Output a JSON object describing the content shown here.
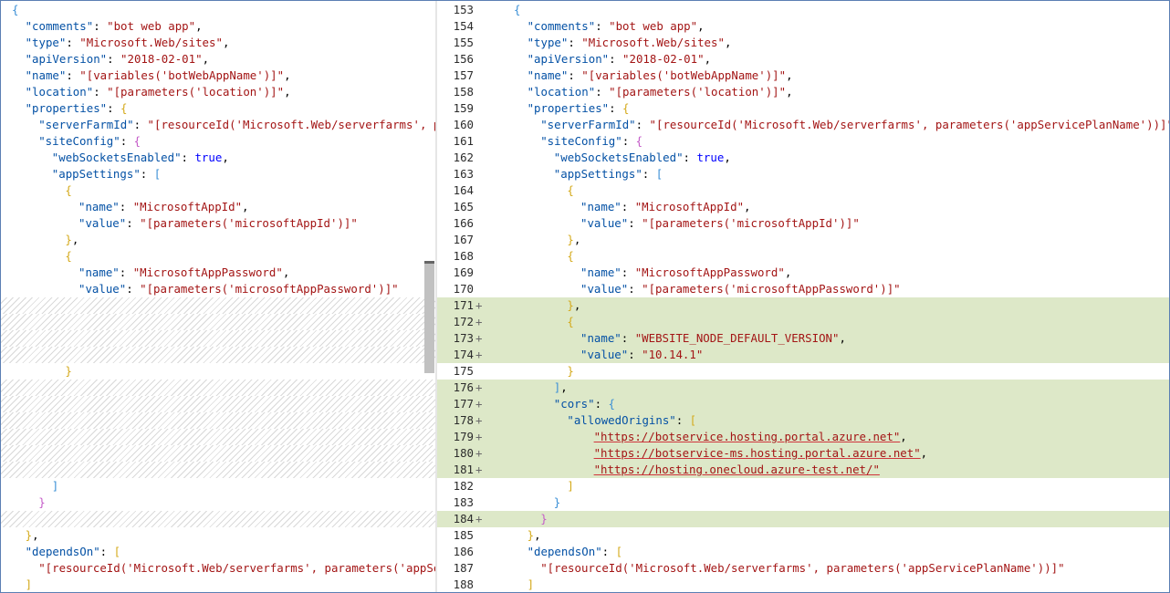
{
  "left": {
    "lines": [
      {
        "kind": "normal",
        "tokens": [
          [
            "br3",
            "{"
          ]
        ]
      },
      {
        "kind": "normal",
        "tokens": [
          [
            "k",
            "\"comments\""
          ],
          [
            "p",
            ": "
          ],
          [
            "s",
            "\"bot web app\""
          ],
          [
            "p",
            ","
          ]
        ]
      },
      {
        "kind": "normal",
        "tokens": [
          [
            "k",
            "\"type\""
          ],
          [
            "p",
            ": "
          ],
          [
            "s",
            "\"Microsoft.Web/sites\""
          ],
          [
            "p",
            ","
          ]
        ]
      },
      {
        "kind": "normal",
        "tokens": [
          [
            "k",
            "\"apiVersion\""
          ],
          [
            "p",
            ": "
          ],
          [
            "s",
            "\"2018-02-01\""
          ],
          [
            "p",
            ","
          ]
        ]
      },
      {
        "kind": "normal",
        "tokens": [
          [
            "k",
            "\"name\""
          ],
          [
            "p",
            ": "
          ],
          [
            "s",
            "\"[variables('botWebAppName')]\""
          ],
          [
            "p",
            ","
          ]
        ]
      },
      {
        "kind": "normal",
        "tokens": [
          [
            "k",
            "\"location\""
          ],
          [
            "p",
            ": "
          ],
          [
            "s",
            "\"[parameters('location')]\""
          ],
          [
            "p",
            ","
          ]
        ]
      },
      {
        "kind": "normal",
        "tokens": [
          [
            "k",
            "\"properties\""
          ],
          [
            "p",
            ": "
          ],
          [
            "br1",
            "{"
          ]
        ]
      },
      {
        "kind": "normal",
        "tokens": [
          [
            "k",
            "\"serverFarmId\""
          ],
          [
            "p",
            ": "
          ],
          [
            "s",
            "\"[resourceId('Microsoft.Web/serverfarms', pa"
          ]
        ]
      },
      {
        "kind": "normal",
        "tokens": [
          [
            "k",
            "\"siteConfig\""
          ],
          [
            "p",
            ": "
          ],
          [
            "br2",
            "{"
          ]
        ]
      },
      {
        "kind": "normal",
        "tokens": [
          [
            "k",
            "\"webSocketsEnabled\""
          ],
          [
            "p",
            ": "
          ],
          [
            "b",
            "true"
          ],
          [
            "p",
            ","
          ]
        ]
      },
      {
        "kind": "normal",
        "tokens": [
          [
            "k",
            "\"appSettings\""
          ],
          [
            "p",
            ": "
          ],
          [
            "br3",
            "["
          ]
        ]
      },
      {
        "kind": "normal",
        "tokens": [
          [
            "br1",
            "{"
          ]
        ]
      },
      {
        "kind": "normal",
        "tokens": [
          [
            "k",
            "\"name\""
          ],
          [
            "p",
            ": "
          ],
          [
            "s",
            "\"MicrosoftAppId\""
          ],
          [
            "p",
            ","
          ]
        ]
      },
      {
        "kind": "normal",
        "tokens": [
          [
            "k",
            "\"value\""
          ],
          [
            "p",
            ": "
          ],
          [
            "s",
            "\"[parameters('microsoftAppId')]\""
          ]
        ]
      },
      {
        "kind": "normal",
        "tokens": [
          [
            "br1",
            "}"
          ],
          [
            "p",
            ","
          ]
        ]
      },
      {
        "kind": "normal",
        "tokens": [
          [
            "br1",
            "{"
          ]
        ]
      },
      {
        "kind": "normal",
        "tokens": [
          [
            "k",
            "\"name\""
          ],
          [
            "p",
            ": "
          ],
          [
            "s",
            "\"MicrosoftAppPassword\""
          ],
          [
            "p",
            ","
          ]
        ]
      },
      {
        "kind": "normal",
        "tokens": [
          [
            "k",
            "\"value\""
          ],
          [
            "p",
            ": "
          ],
          [
            "s",
            "\"[parameters('microsoftAppPassword')]\""
          ]
        ]
      },
      {
        "kind": "hatch",
        "tokens": []
      },
      {
        "kind": "hatch",
        "tokens": []
      },
      {
        "kind": "hatch",
        "tokens": []
      },
      {
        "kind": "hatch",
        "tokens": []
      },
      {
        "kind": "normal",
        "tokens": [
          [
            "br1",
            "}"
          ]
        ]
      },
      {
        "kind": "hatch",
        "tokens": []
      },
      {
        "kind": "hatch",
        "tokens": []
      },
      {
        "kind": "hatch",
        "tokens": []
      },
      {
        "kind": "hatch",
        "tokens": []
      },
      {
        "kind": "hatch",
        "tokens": []
      },
      {
        "kind": "hatch",
        "tokens": []
      },
      {
        "kind": "normal",
        "tokens": [
          [
            "br3",
            "]"
          ]
        ]
      },
      {
        "kind": "normal",
        "tokens": [
          [
            "br2",
            "}"
          ]
        ]
      },
      {
        "kind": "hatch",
        "tokens": []
      },
      {
        "kind": "normal",
        "tokens": [
          [
            "br1",
            "}"
          ],
          [
            "p",
            ","
          ]
        ]
      },
      {
        "kind": "normal",
        "tokens": [
          [
            "k",
            "\"dependsOn\""
          ],
          [
            "p",
            ": "
          ],
          [
            "br1",
            "["
          ]
        ]
      },
      {
        "kind": "normal",
        "tokens": [
          [
            "s",
            "\"[resourceId('Microsoft.Web/serverfarms', parameters('appSer"
          ]
        ]
      },
      {
        "kind": "normal",
        "tokens": [
          [
            "br1",
            "]"
          ]
        ]
      }
    ]
  },
  "right": {
    "lines": [
      {
        "num": "153",
        "added": false,
        "tokens": [
          [
            "br3",
            "{"
          ]
        ]
      },
      {
        "num": "154",
        "added": false,
        "tokens": [
          [
            "k",
            "\"comments\""
          ],
          [
            "p",
            ": "
          ],
          [
            "s",
            "\"bot web app\""
          ],
          [
            "p",
            ","
          ]
        ]
      },
      {
        "num": "155",
        "added": false,
        "tokens": [
          [
            "k",
            "\"type\""
          ],
          [
            "p",
            ": "
          ],
          [
            "s",
            "\"Microsoft.Web/sites\""
          ],
          [
            "p",
            ","
          ]
        ]
      },
      {
        "num": "156",
        "added": false,
        "tokens": [
          [
            "k",
            "\"apiVersion\""
          ],
          [
            "p",
            ": "
          ],
          [
            "s",
            "\"2018-02-01\""
          ],
          [
            "p",
            ","
          ]
        ]
      },
      {
        "num": "157",
        "added": false,
        "tokens": [
          [
            "k",
            "\"name\""
          ],
          [
            "p",
            ": "
          ],
          [
            "s",
            "\"[variables('botWebAppName')]\""
          ],
          [
            "p",
            ","
          ]
        ]
      },
      {
        "num": "158",
        "added": false,
        "tokens": [
          [
            "k",
            "\"location\""
          ],
          [
            "p",
            ": "
          ],
          [
            "s",
            "\"[parameters('location')]\""
          ],
          [
            "p",
            ","
          ]
        ]
      },
      {
        "num": "159",
        "added": false,
        "tokens": [
          [
            "k",
            "\"properties\""
          ],
          [
            "p",
            ": "
          ],
          [
            "br1",
            "{"
          ]
        ]
      },
      {
        "num": "160",
        "added": false,
        "tokens": [
          [
            "k",
            "\"serverFarmId\""
          ],
          [
            "p",
            ": "
          ],
          [
            "s",
            "\"[resourceId('Microsoft.Web/serverfarms', parameters('appServicePlanName'))]\""
          ],
          [
            "p",
            ","
          ]
        ]
      },
      {
        "num": "161",
        "added": false,
        "tokens": [
          [
            "k",
            "\"siteConfig\""
          ],
          [
            "p",
            ": "
          ],
          [
            "br2",
            "{"
          ]
        ]
      },
      {
        "num": "162",
        "added": false,
        "tokens": [
          [
            "k",
            "\"webSocketsEnabled\""
          ],
          [
            "p",
            ": "
          ],
          [
            "b",
            "true"
          ],
          [
            "p",
            ","
          ]
        ]
      },
      {
        "num": "163",
        "added": false,
        "tokens": [
          [
            "k",
            "\"appSettings\""
          ],
          [
            "p",
            ": "
          ],
          [
            "br3",
            "["
          ]
        ]
      },
      {
        "num": "164",
        "added": false,
        "tokens": [
          [
            "br1",
            "{"
          ]
        ]
      },
      {
        "num": "165",
        "added": false,
        "tokens": [
          [
            "k",
            "\"name\""
          ],
          [
            "p",
            ": "
          ],
          [
            "s",
            "\"MicrosoftAppId\""
          ],
          [
            "p",
            ","
          ]
        ]
      },
      {
        "num": "166",
        "added": false,
        "tokens": [
          [
            "k",
            "\"value\""
          ],
          [
            "p",
            ": "
          ],
          [
            "s",
            "\"[parameters('microsoftAppId')]\""
          ]
        ]
      },
      {
        "num": "167",
        "added": false,
        "tokens": [
          [
            "br1",
            "}"
          ],
          [
            "p",
            ","
          ]
        ]
      },
      {
        "num": "168",
        "added": false,
        "tokens": [
          [
            "br1",
            "{"
          ]
        ]
      },
      {
        "num": "169",
        "added": false,
        "tokens": [
          [
            "k",
            "\"name\""
          ],
          [
            "p",
            ": "
          ],
          [
            "s",
            "\"MicrosoftAppPassword\""
          ],
          [
            "p",
            ","
          ]
        ]
      },
      {
        "num": "170",
        "added": false,
        "tokens": [
          [
            "k",
            "\"value\""
          ],
          [
            "p",
            ": "
          ],
          [
            "s",
            "\"[parameters('microsoftAppPassword')]\""
          ]
        ]
      },
      {
        "num": "171",
        "added": true,
        "tokens": [
          [
            "br1",
            "}"
          ],
          [
            "p",
            ","
          ]
        ]
      },
      {
        "num": "172",
        "added": true,
        "tokens": [
          [
            "br1",
            "{"
          ]
        ]
      },
      {
        "num": "173",
        "added": true,
        "tokens": [
          [
            "k",
            "\"name\""
          ],
          [
            "p",
            ": "
          ],
          [
            "s",
            "\"WEBSITE_NODE_DEFAULT_VERSION\""
          ],
          [
            "p",
            ","
          ]
        ]
      },
      {
        "num": "174",
        "added": true,
        "tokens": [
          [
            "k",
            "\"value\""
          ],
          [
            "p",
            ": "
          ],
          [
            "s",
            "\"10.14.1\""
          ]
        ]
      },
      {
        "num": "175",
        "added": false,
        "tokens": [
          [
            "br1",
            "}"
          ]
        ]
      },
      {
        "num": "176",
        "added": true,
        "tokens": [
          [
            "br3",
            "]"
          ],
          [
            "p",
            ","
          ]
        ]
      },
      {
        "num": "177",
        "added": true,
        "tokens": [
          [
            "k",
            "\"cors\""
          ],
          [
            "p",
            ": "
          ],
          [
            "br3",
            "{"
          ]
        ]
      },
      {
        "num": "178",
        "added": true,
        "tokens": [
          [
            "k",
            "\"allowedOrigins\""
          ],
          [
            "p",
            ": "
          ],
          [
            "br1",
            "["
          ]
        ]
      },
      {
        "num": "179",
        "added": true,
        "tokens": [
          [
            "s_ul",
            "\"https://botservice.hosting.portal.azure.net\""
          ],
          [
            "p",
            ","
          ]
        ]
      },
      {
        "num": "180",
        "added": true,
        "tokens": [
          [
            "s_ul",
            "\"https://botservice-ms.hosting.portal.azure.net\""
          ],
          [
            "p",
            ","
          ]
        ]
      },
      {
        "num": "181",
        "added": true,
        "tokens": [
          [
            "s_ul",
            "\"https://hosting.onecloud.azure-test.net/\""
          ]
        ]
      },
      {
        "num": "182",
        "added": false,
        "tokens": [
          [
            "br1",
            "]"
          ]
        ]
      },
      {
        "num": "183",
        "added": false,
        "tokens": [
          [
            "br3",
            "}"
          ]
        ]
      },
      {
        "num": "184",
        "added": true,
        "tokens": [
          [
            "br2",
            "}"
          ]
        ]
      },
      {
        "num": "185",
        "added": false,
        "tokens": [
          [
            "br1",
            "}"
          ],
          [
            "p",
            ","
          ]
        ]
      },
      {
        "num": "186",
        "added": false,
        "tokens": [
          [
            "k",
            "\"dependsOn\""
          ],
          [
            "p",
            ": "
          ],
          [
            "br1",
            "["
          ]
        ]
      },
      {
        "num": "187",
        "added": false,
        "tokens": [
          [
            "s",
            "\"[resourceId('Microsoft.Web/serverfarms', parameters('appServicePlanName'))]\""
          ]
        ]
      },
      {
        "num": "188",
        "added": false,
        "tokens": [
          [
            "br1",
            "]"
          ]
        ]
      }
    ]
  },
  "added_marker": "+",
  "colors": {
    "added_bg": "#dde8c8",
    "key": "#0451a5",
    "string": "#a31515",
    "keyword": "#0000ff"
  }
}
